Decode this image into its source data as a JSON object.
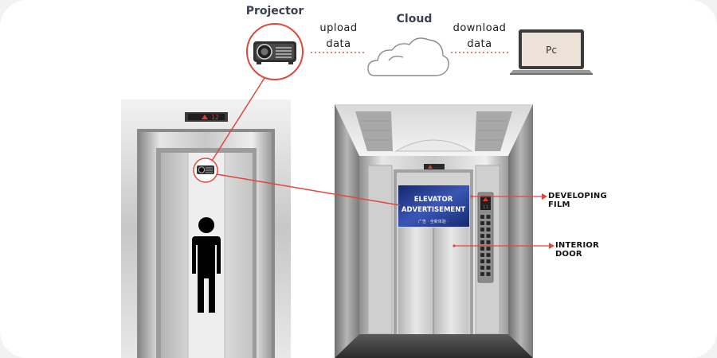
{
  "labels": {
    "projector": "Projector",
    "cloud": "Cloud",
    "upload": "upload\ndata",
    "download": "download\ndata",
    "pc": "Pc",
    "developing_film": "DEVELOPING\nFILM",
    "interior_door": "INTERIOR\nDOOR"
  },
  "left_elevator": {
    "floor_display": "12"
  },
  "right_elevator": {
    "floor_display": "11",
    "screen_text_1": "ELEVATOR",
    "screen_text_2": "ADVERTISEMENT",
    "screen_text_3": "广告 · 全新体验 ·"
  },
  "colors": {
    "accent_red": "#e0483d",
    "dotted_red": "#d9534f",
    "steel_light": "#e9e9e9",
    "steel_mid": "#b9b9b9",
    "steel_dark": "#7d7d7d",
    "screen_blue": "#2a3d8c"
  },
  "icons": {
    "projector": "projector-icon",
    "cloud": "cloud-icon",
    "pc": "laptop-icon",
    "person": "person-icon"
  }
}
